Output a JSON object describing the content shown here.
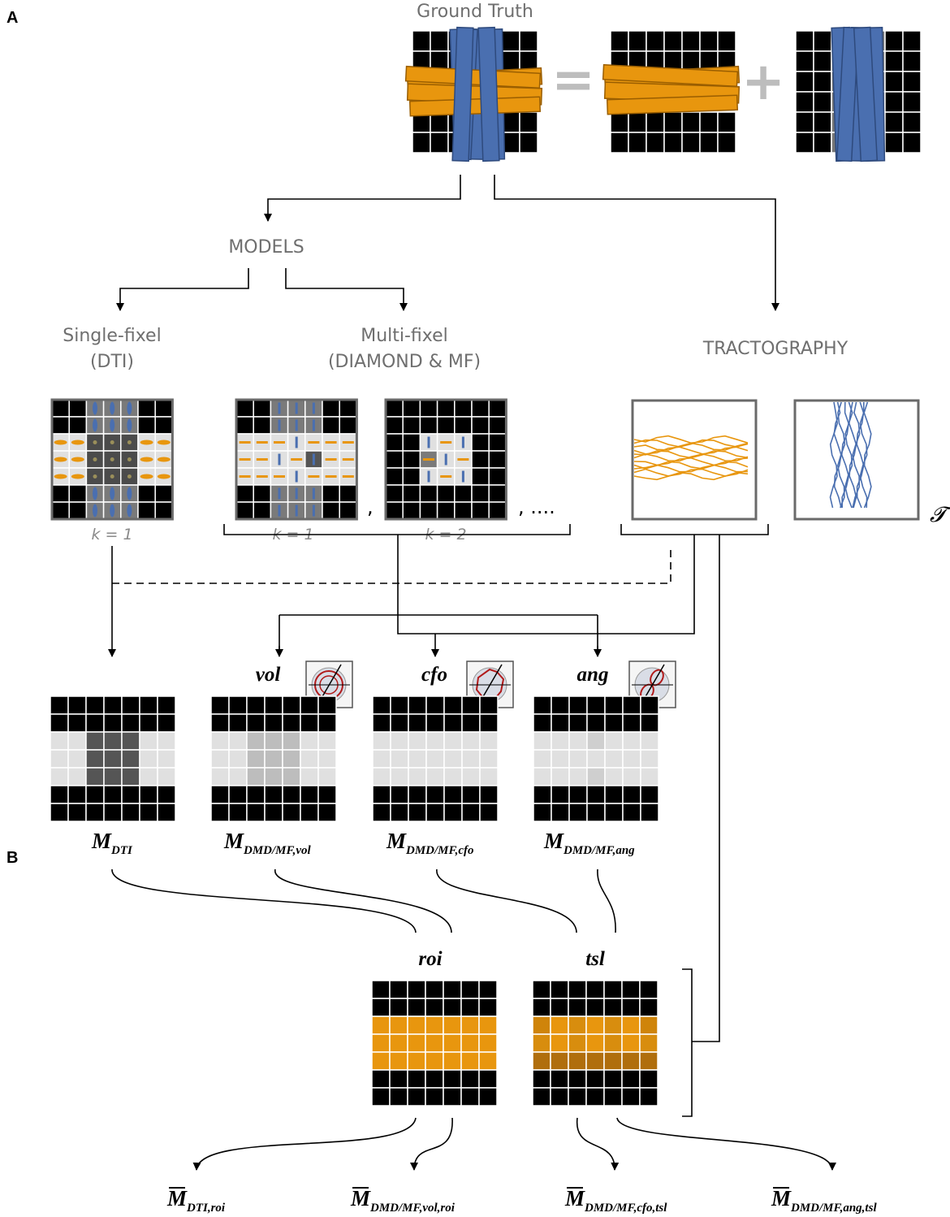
{
  "panels": {
    "a": "A",
    "b": "B"
  },
  "ground_truth": {
    "title": "Ground Truth",
    "equals": "=",
    "plus": "+"
  },
  "models": {
    "title": "MODELS",
    "single": {
      "title": "Single-fixel",
      "subtitle": "(DTI)",
      "k": "k = 1"
    },
    "multi": {
      "title": "Multi-fixel",
      "subtitle": "(DIAMOND & MF)",
      "k1": "k = 1",
      "k2": "k = 2",
      "sep": ",",
      "ellipsis": ", ...."
    }
  },
  "tractography": {
    "title": "TRACTOGRAPHY",
    "symbol": "𝓣"
  },
  "metrics": {
    "vol": "vol",
    "cfo": "cfo",
    "ang": "ang"
  },
  "maps": {
    "dti": {
      "base": "M",
      "sub": "DTI"
    },
    "vol": {
      "base": "M",
      "sub": "DMD/MF,vol"
    },
    "cfo": {
      "base": "M",
      "sub": "DMD/MF,cfo"
    },
    "ang": {
      "base": "M",
      "sub": "DMD/MF,ang"
    }
  },
  "masks": {
    "roi": "roi",
    "tsl": "tsl"
  },
  "outputs": [
    {
      "base": "M",
      "sub": "DTI,roi"
    },
    {
      "base": "M",
      "sub": "DMD/MF,vol,roi"
    },
    {
      "base": "M",
      "sub": "DMD/MF,cfo,tsl"
    },
    {
      "base": "M",
      "sub": "DMD/MF,ang,tsl"
    }
  ],
  "colors": {
    "orange": "#e8960e",
    "blue": "#4a6fb0",
    "black": "#000000",
    "light_gray": "#e0e0e0",
    "dark_gray": "#555555",
    "label_gray": "#6f6f6f",
    "red": "#b11a1a"
  }
}
